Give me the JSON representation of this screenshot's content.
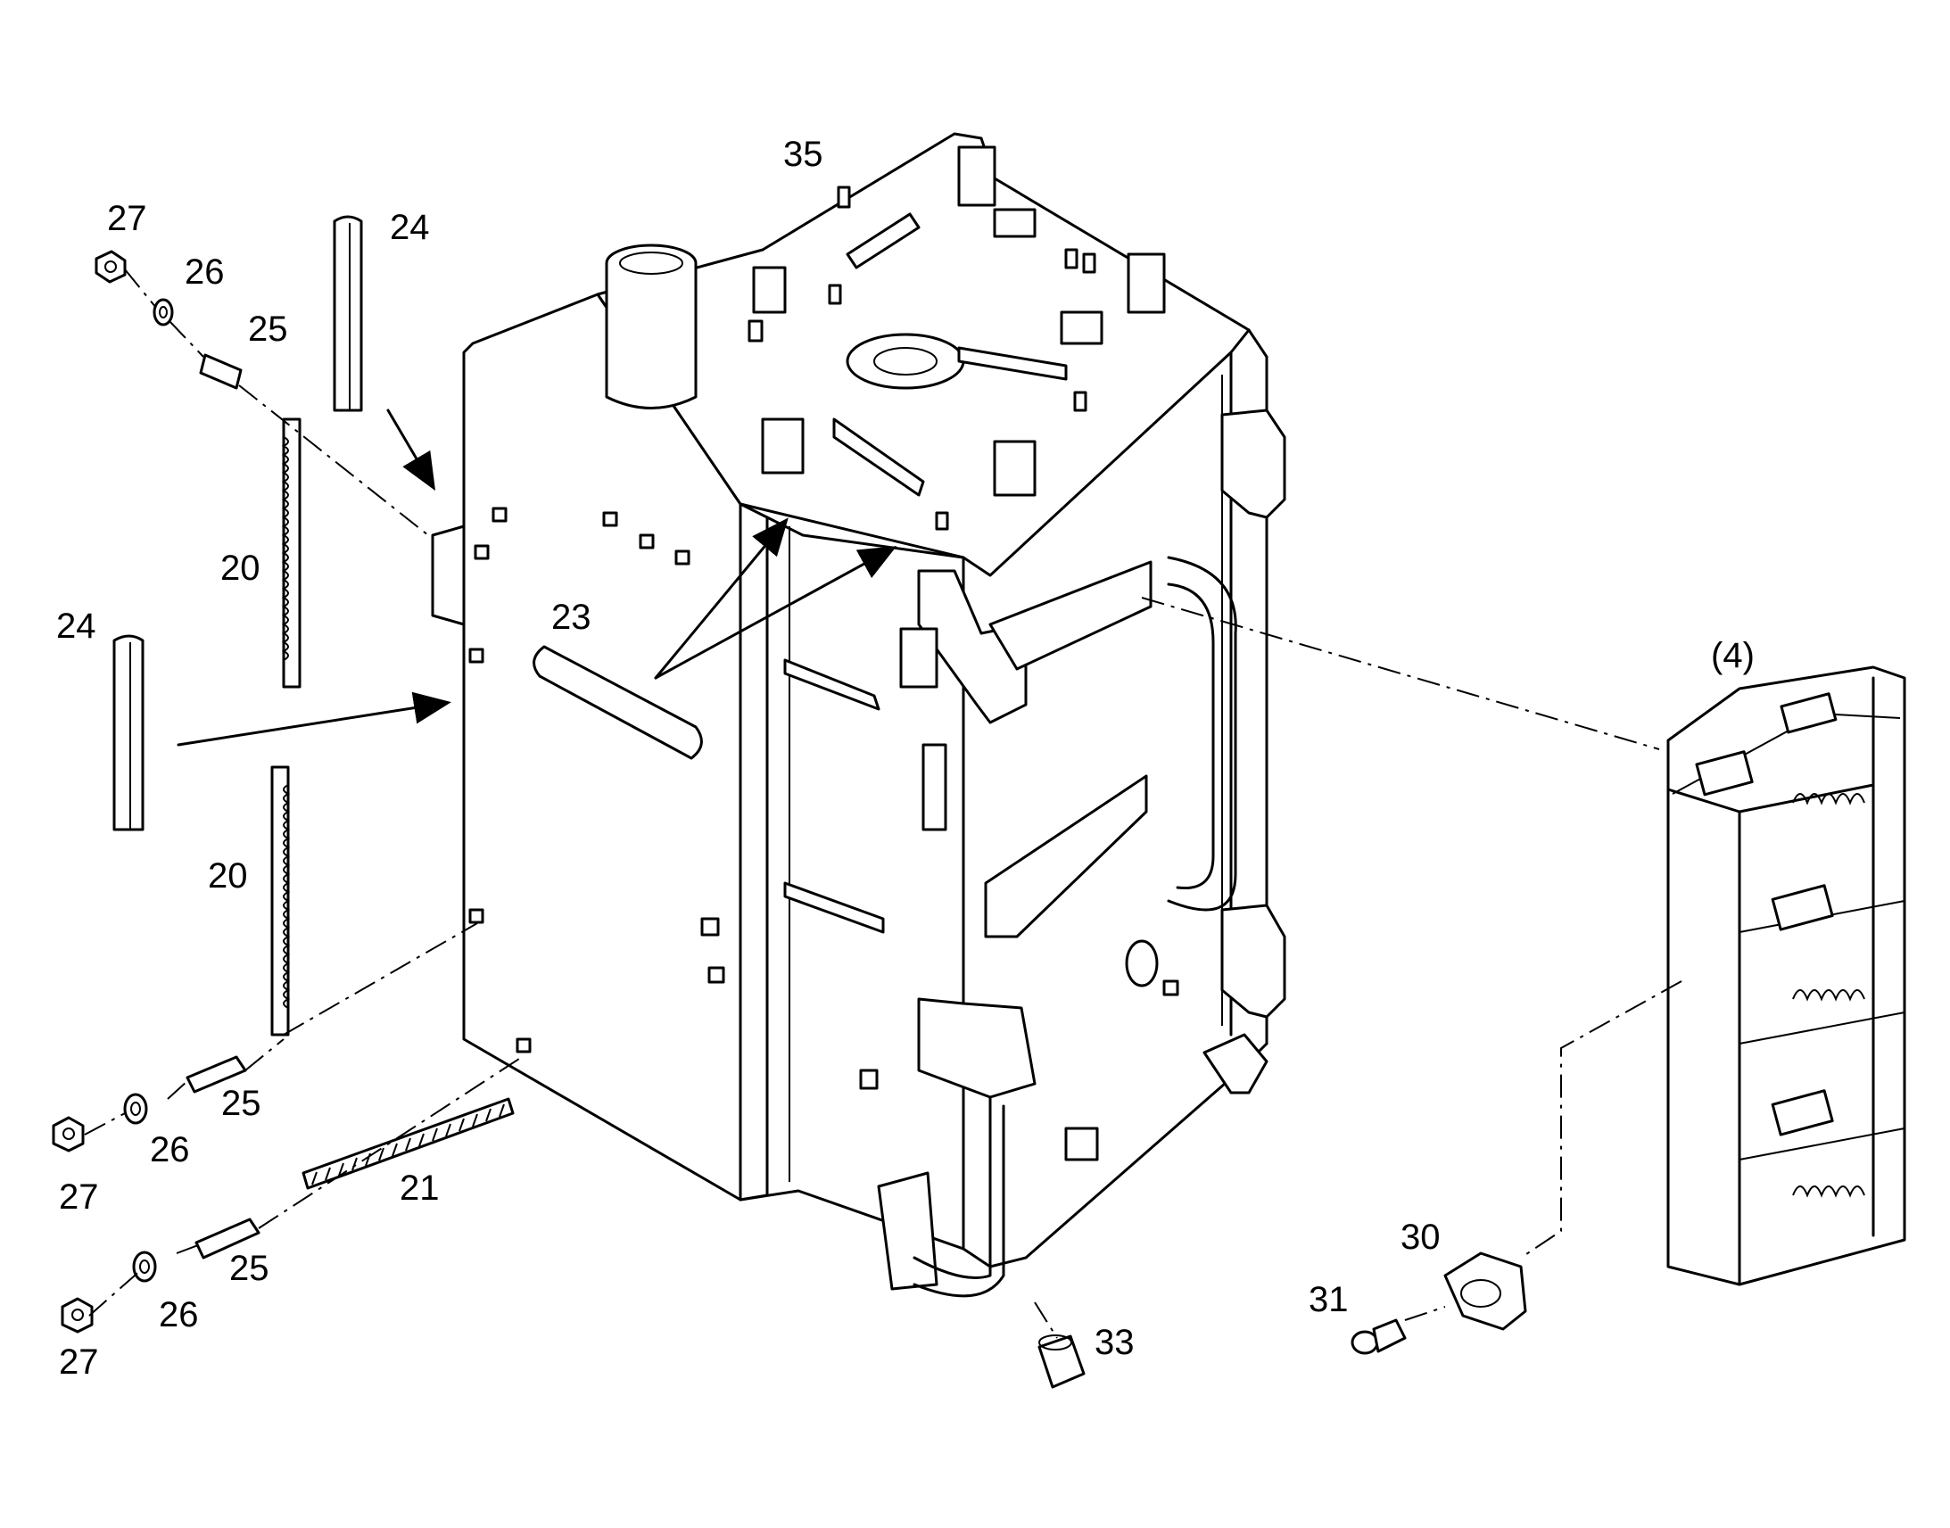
{
  "callouts": {
    "c35": "35",
    "c27_top": "27",
    "c26_top": "26",
    "c25_top": "25",
    "c24_top": "24",
    "c20_top": "20",
    "c24_mid": "24",
    "c23": "23",
    "c20_bottom": "20",
    "c25_mid": "25",
    "c26_mid": "26",
    "c27_mid": "27",
    "c21": "21",
    "c25_bottom": "25",
    "c26_bottom": "26",
    "c27_bottom": "27",
    "c4": "(4)",
    "c30": "30",
    "c31": "31",
    "c33": "33"
  }
}
